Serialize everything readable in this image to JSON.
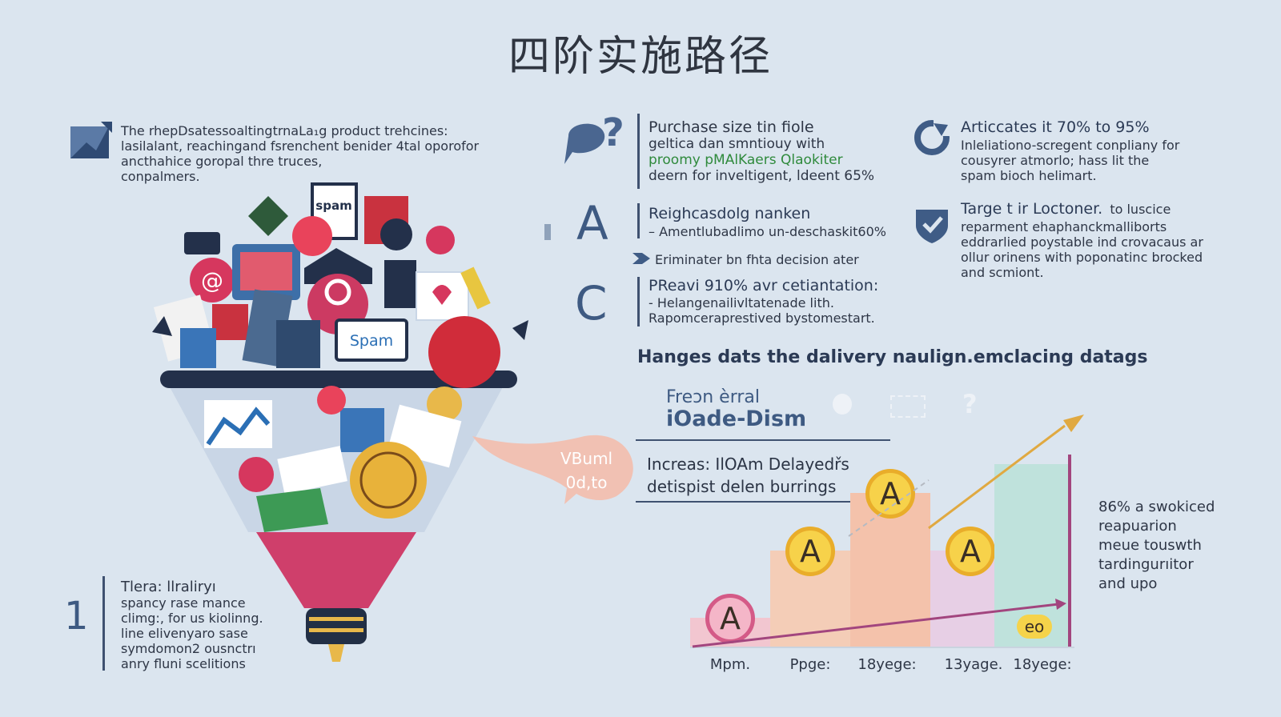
{
  "title": "四阶实施路径",
  "intro": {
    "lines": [
      "The rhepDsatessoaltingtrnaLa₁g product trehcines:",
      "lasilalant, reachingand fsrenchent benider 4tal oporofor",
      "ancthahice goropal thre truces,",
      "conpalmers."
    ]
  },
  "bottom_left": {
    "glyph": "1",
    "lines": [
      "Tlera: llraliryı",
      "spancy rase mance",
      "climg:, for us kiolinng.",
      "line elivenyaro sase",
      "symdomon2 ousnctrı",
      "anry fluni scelitions"
    ]
  },
  "funnel": {
    "tag1": "Spam",
    "tag2": "spam",
    "bubble_lines": [
      "VBuml",
      "0d,to"
    ]
  },
  "step_a": {
    "lines": [
      "Purchase size tin fiole",
      "geltica dan smntiouy with",
      "proomy pMAlKaers Qlaokiter",
      "deern for inveltigent, ldeent 65%"
    ]
  },
  "step_b": {
    "letter": "A",
    "heading": "Reighcasdolg nanken",
    "line1": "– Amentlubadlimo un-deschaskit60%",
    "line2": "Eriminater bn fhta decision ater"
  },
  "step_c": {
    "letter": "C",
    "heading": "PReavi 910% avr cetiantation:",
    "line1": "- Helangenailivltatenade lith.",
    "line2": "Rapomcerapre͏stived bystomestart."
  },
  "right_top": {
    "heading": "Articcates it 70% to 95%",
    "lines": [
      "Inleliationo-scregent conpliany for",
      "cousyrer atmorlo; hass lit the",
      "spam bioch helimart."
    ]
  },
  "right_mid": {
    "heading": "Targe t ir Loctoner.",
    "heading_tail": "to luscice",
    "lines": [
      "reparment ehaphanckmalliborts",
      "eddrarlied poystable ind crovacaus ar",
      "ollur orinens with poponatinc brocked",
      "and scmiont."
    ]
  },
  "chart": {
    "heading": "Hanges dats the dalivery naulign.emclacing datags",
    "label_small": "Freɔn èrral",
    "label_big": "iOade-Dism",
    "box_line1": "Increas: IlOAm Delayedřs",
    "box_line2": "detispist delen burrings",
    "annotation": [
      "86% a swokiced",
      "reapuarion",
      "meue touswth",
      "tardingurıitor",
      "and upo"
    ],
    "small_badge": "eo"
  },
  "chart_data": {
    "type": "bar",
    "categories": [
      "Mpm.",
      "Ppge:",
      "18yege:",
      "13yage.",
      "18yege:"
    ],
    "values": [
      3,
      10,
      16,
      10,
      19
    ],
    "badges": [
      "A",
      "A",
      "A",
      "A",
      ""
    ],
    "colors": [
      "#f2c6d0",
      "#f4cdb7",
      "#f4c2ab",
      "#e7cfe5",
      "#bfe2dc"
    ]
  }
}
